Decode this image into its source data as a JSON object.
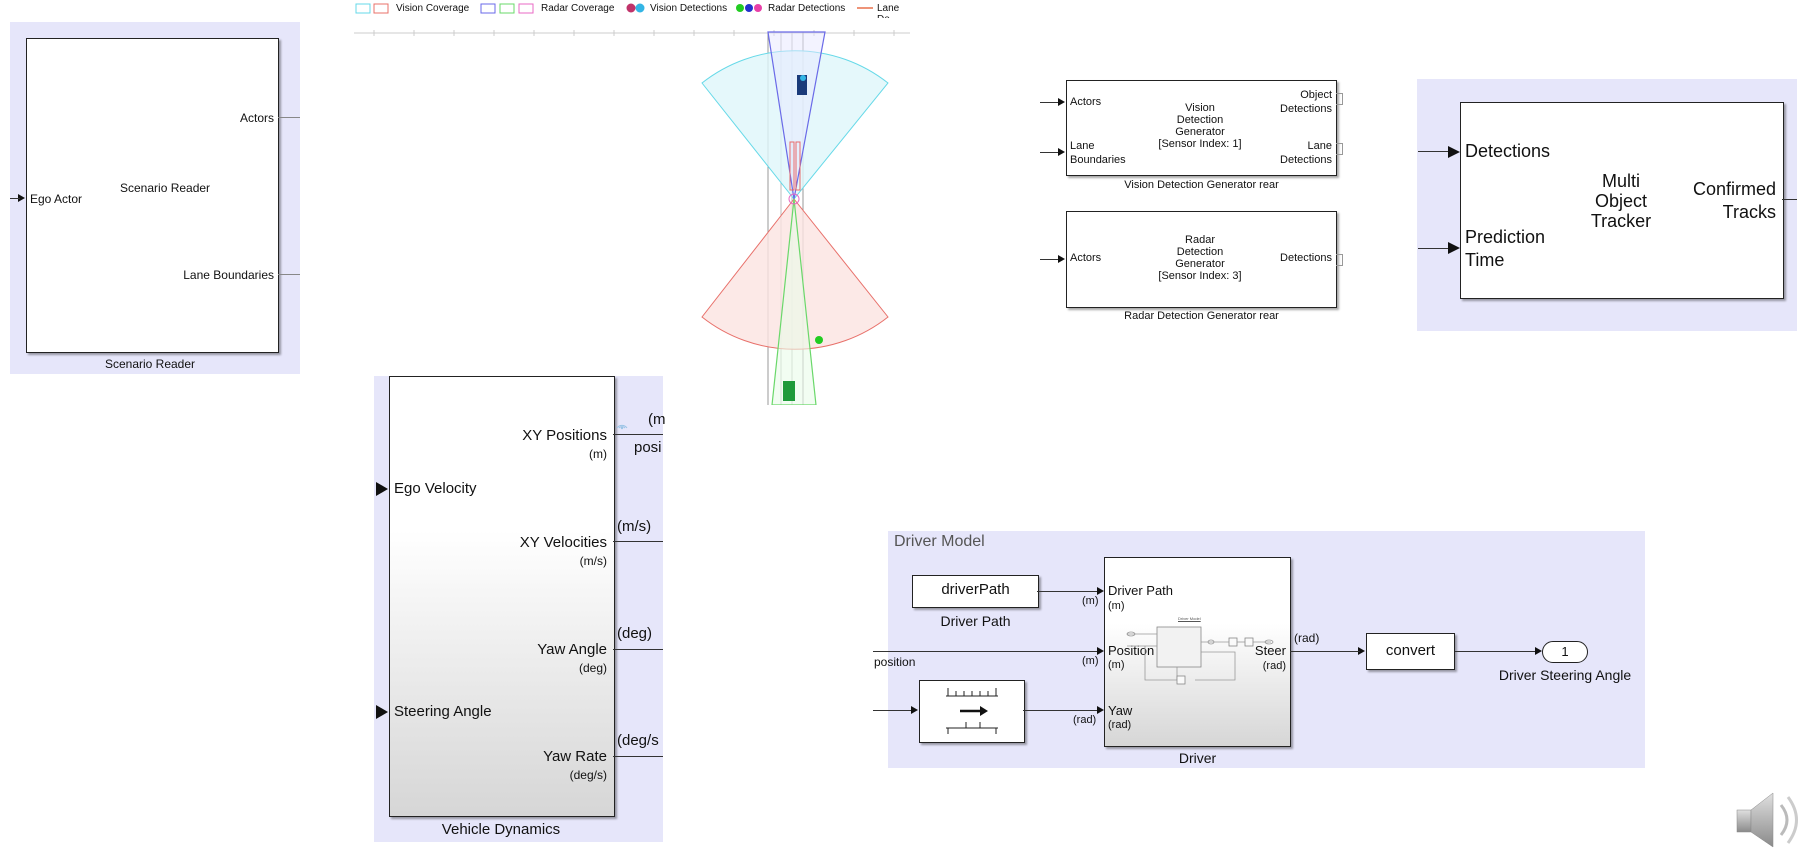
{
  "scenario_reader": {
    "block_title": "Scenario Reader",
    "block_label": "Scenario Reader",
    "in_port": "Ego Actor",
    "out_ports": [
      "Actors",
      "Lane Boundaries"
    ]
  },
  "legend": {
    "vision_coverage": "Vision Coverage",
    "radar_coverage": "Radar Coverage",
    "vision_detections": "Vision Detections",
    "radar_detections": "Radar Detections",
    "lane": "Lane De",
    "colors": {
      "vision_coverage_1": "#66d9e8",
      "vision_coverage_2": "#e8706a",
      "radar_coverage_1": "#6a6ae8",
      "radar_coverage_2": "#6ad86a",
      "radar_coverage_3": "#e86ac4",
      "vision_det_1": "#c0336a",
      "vision_det_2": "#33b5e5",
      "radar_det_1": "#22cc22",
      "radar_det_2": "#2233cc",
      "radar_det_3": "#e83fa8",
      "lane": "#e8704a"
    }
  },
  "vision_gen": {
    "block_text": [
      "Vision",
      "Detection",
      "Generator",
      "[Sensor Index: 1]"
    ],
    "in_ports": [
      "Actors",
      "Lane",
      "Boundaries"
    ],
    "out_ports": [
      "Object",
      "Detections",
      "Lane",
      "Detections"
    ],
    "caption": "Vision Detection Generator rear"
  },
  "radar_gen": {
    "block_text": [
      "Radar",
      "Detection",
      "Generator",
      "[Sensor Index: 3]"
    ],
    "in_port": "Actors",
    "out_port": "Detections",
    "caption": "Radar Detection Generator rear"
  },
  "tracker": {
    "block_text": [
      "Multi",
      "Object",
      "Tracker"
    ],
    "in_ports": [
      "Detections",
      "Prediction",
      "Time"
    ],
    "out_ports": [
      "Confirmed",
      "Tracks"
    ]
  },
  "vehicle_dynamics": {
    "caption": "Vehicle Dynamics",
    "in_ports": [
      "Ego Velocity",
      "Steering Angle"
    ],
    "out_ports": [
      {
        "name": "XY Positions",
        "unit": "(m)",
        "signal": "(m",
        "extra": "posi"
      },
      {
        "name": "XY Velocities",
        "unit": "(m/s)",
        "signal": "(m/s)"
      },
      {
        "name": "Yaw Angle",
        "unit": "(deg)",
        "signal": "(deg)"
      },
      {
        "name": "Yaw Rate",
        "unit": "(deg/s)",
        "signal": "(deg/s"
      }
    ]
  },
  "driver_model": {
    "title": "Driver Model",
    "driver_path_block": "driverPath",
    "driver_path_caption": "Driver Path",
    "driver_block_caption": "Driver",
    "driver_inner_title": "Driver Model",
    "driver_inputs": [
      {
        "name": "Driver Path",
        "unit": "(m)",
        "signal": "(m)"
      },
      {
        "name": "Position",
        "unit": "(m)",
        "signal": "(m)"
      },
      {
        "name": "Yaw",
        "unit": "(rad)",
        "signal": "(rad)"
      }
    ],
    "driver_output": {
      "name": "Steer",
      "unit": "(rad)",
      "signal": "(rad)"
    },
    "position_signal": "position",
    "convert_block": "convert",
    "outport_number": "1",
    "outport_caption": "Driver Steering Angle"
  }
}
